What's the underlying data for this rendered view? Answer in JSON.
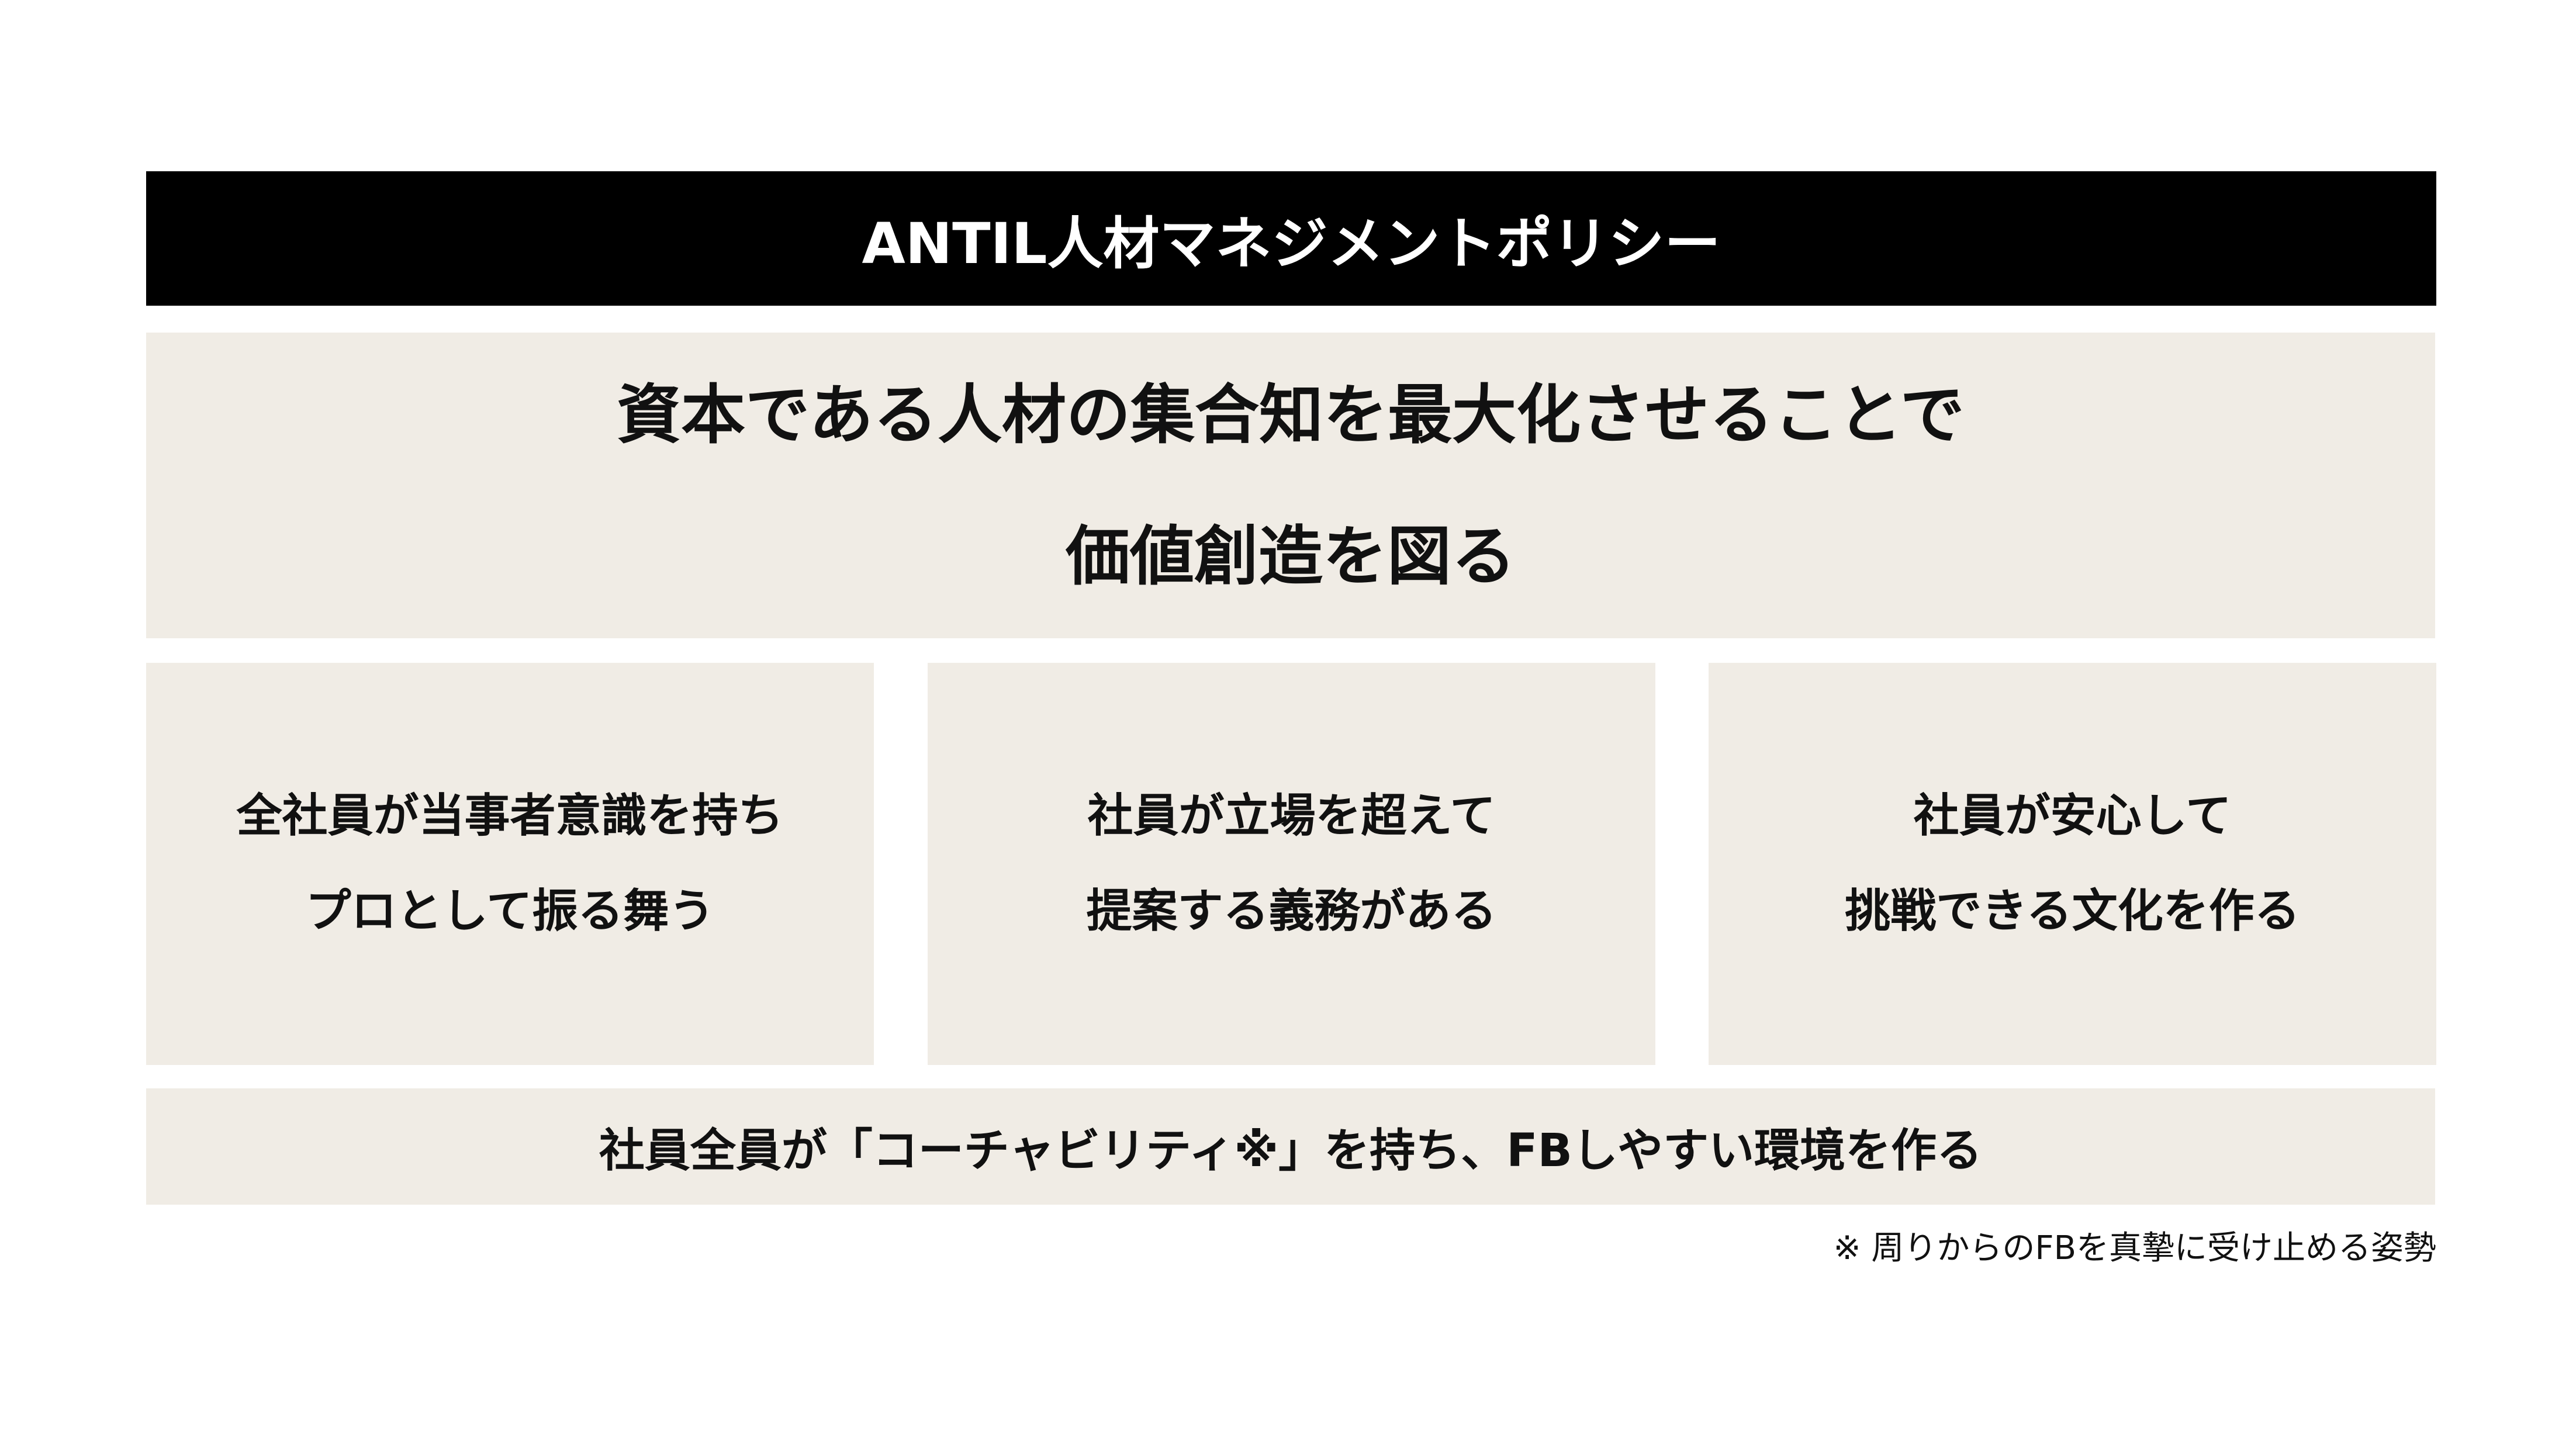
{
  "header": {
    "title": "ANTIL人材マネジメントポリシー"
  },
  "mission": {
    "lines": [
      "資本である人材の集合知を最大化させることで",
      "価値創造を図る"
    ]
  },
  "pillars": [
    {
      "lines": [
        "全社員が当事者意識を持ち",
        "プロとして振る舞う"
      ]
    },
    {
      "lines": [
        "社員が立場を超えて",
        "提案する義務がある"
      ]
    },
    {
      "lines": [
        "社員が安心して",
        "挑戦できる文化を作る"
      ]
    }
  ],
  "foundation": {
    "text": "社員全員が「コーチャビリティ※」を持ち、FBしやすい環境を作る"
  },
  "footnote": {
    "text": "※ 周りからのFBを真摯に受け止める姿勢"
  },
  "colors": {
    "header_bg": "#000000",
    "box_bg": "#f0ece5"
  }
}
